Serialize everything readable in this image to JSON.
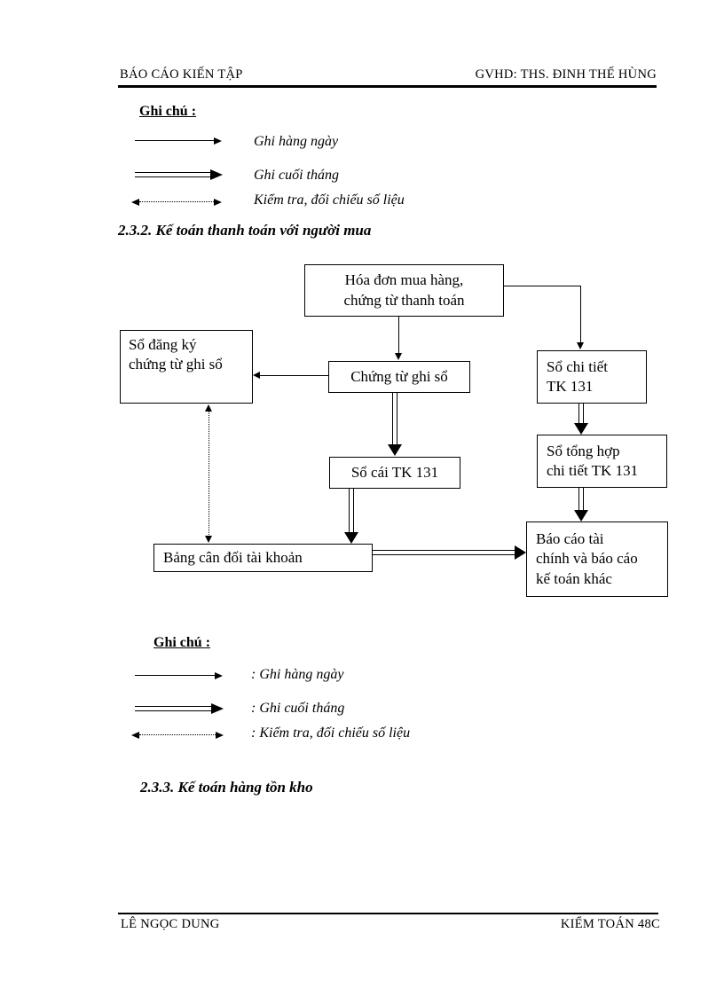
{
  "header": {
    "left_text": "BÁO CÁO KIẾN TẬP",
    "right_text": "GVHD: THS. ĐINH THẾ HÙNG"
  },
  "legend_top": {
    "title": "Ghi chú :",
    "items": [
      {
        "icon": "thin-solid-arrow",
        "label": "Ghi hàng ngày"
      },
      {
        "icon": "double-solid-arrow",
        "label": "Ghi cuối tháng"
      },
      {
        "icon": "dotted-double-headed-arrow",
        "label": "Kiểm tra, đối chiếu số liệu"
      }
    ]
  },
  "section_2_3_2": {
    "title": "2.3.2. Kế toán thanh toán với người mua"
  },
  "flowchart": {
    "boxes": {
      "hoa_don": {
        "lines": [
          "Hóa đơn mua hàng,",
          "chứng từ thanh toán"
        ]
      },
      "so_dang_ky": {
        "lines": [
          "Sổ đăng ký",
          "chứng từ ghi sổ"
        ]
      },
      "chung_tu_ghi_so": {
        "lines": [
          "Chứng từ ghi sổ"
        ]
      },
      "so_chi_tiet": {
        "lines": [
          "Sổ chi tiết",
          "TK 131"
        ]
      },
      "so_tong_hop": {
        "lines": [
          "Sổ tổng hợp",
          "chi tiết TK 131"
        ]
      },
      "so_cai": {
        "lines": [
          "Sổ cái TK 131"
        ]
      },
      "bang_can_doi": {
        "lines": [
          "Bảng cân đối tài khoản"
        ]
      },
      "bao_cao": {
        "lines": [
          "Báo cáo tài",
          "chính và báo cáo",
          "kế toán khác"
        ]
      }
    }
  },
  "legend_bottom": {
    "title": "Ghi chú :",
    "items": [
      {
        "icon": "thin-solid-arrow",
        "label": ": Ghi hàng ngày"
      },
      {
        "icon": "double-solid-arrow",
        "label": ": Ghi cuối tháng"
      },
      {
        "icon": "dotted-double-headed-arrow",
        "label": ": Kiểm tra, đối chiếu số liệu"
      }
    ]
  },
  "section_2_3_3": {
    "title": "2.3.3. Kế toán hàng tồn kho"
  },
  "footer": {
    "left_text": "LÊ NGỌC DUNG",
    "right_text": "KIỂM TOÁN 48C"
  },
  "colors": {
    "text": "#000000",
    "background": "#ffffff",
    "line": "#000000"
  }
}
